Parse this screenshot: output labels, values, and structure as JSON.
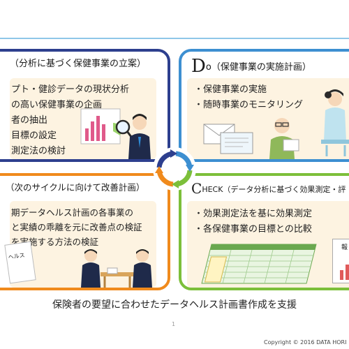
{
  "plan": {
    "title": "（分析に基づく保健事業の立案）",
    "items": [
      "プト・健診データの現状分析",
      "の高い保健事業の企画",
      "者の抽出",
      "目標の設定",
      "測定法の検討"
    ]
  },
  "do": {
    "title_letter": "D",
    "title_rest": "o（保健事業の実施計画）",
    "items": [
      "・保健事業の実施",
      "・随時事業のモニタリング"
    ]
  },
  "act": {
    "title": "（次のサイクルに向けて改善計画）",
    "items": [
      "期データヘルス計画の各事業の",
      "と実績の乖離を元に改善点の検証",
      "を実施する方法の検証"
    ],
    "doc_label": "ヘルス"
  },
  "check": {
    "title_letter": "C",
    "title_rest": "HECK（データ分析に基づく効果測定・評",
    "items": [
      "・効果測定法を基に効果測定",
      "・各保健事業の目標との比較"
    ],
    "board_label": "報"
  },
  "footer": {
    "caption": "保険者の要望に合わせたデータヘルス計画書作成を支援",
    "page_number": "1",
    "copyright": "Copyright © 2016 DATA HORI"
  },
  "colors": {
    "plan": "#2d3f8e",
    "do": "#3d8fd1",
    "act": "#f08a1c",
    "check": "#7cbf3a",
    "panel": "#fdf3e1"
  }
}
